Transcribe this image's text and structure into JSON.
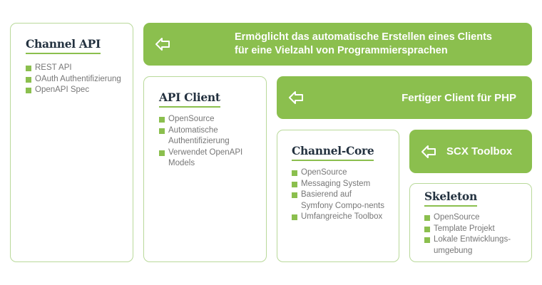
{
  "banners": {
    "b1": [
      "Ermöglicht das automatische Erstellen eines Clients",
      "für eine Vielzahl von Programmiersprachen"
    ],
    "b2": "Fertiger Client für PHP",
    "b3": "SCX Toolbox",
    "icon": "arrow-left-outline-icon"
  },
  "channel_api": {
    "title": "Channel API",
    "items": [
      "REST API",
      "OAuth Authentifizierung",
      "OpenAPI Spec"
    ]
  },
  "api_client": {
    "title": "API Client",
    "items": [
      "OpenSource",
      "Automatische Authentifizierung",
      "Verwendet OpenAPI Models"
    ]
  },
  "channel_core": {
    "title": "Channel-Core",
    "items": [
      "OpenSource",
      "Messaging System",
      "Basierend auf Symfony Compo-nents",
      "Umfangreiche Toolbox"
    ]
  },
  "skeleton": {
    "title": "Skeleton",
    "items": [
      "OpenSource",
      "Template Projekt",
      "Lokale Entwicklungs-umgebung"
    ]
  },
  "colors": {
    "green": "#8bbf4e",
    "title": "#243240",
    "text": "#777777"
  }
}
